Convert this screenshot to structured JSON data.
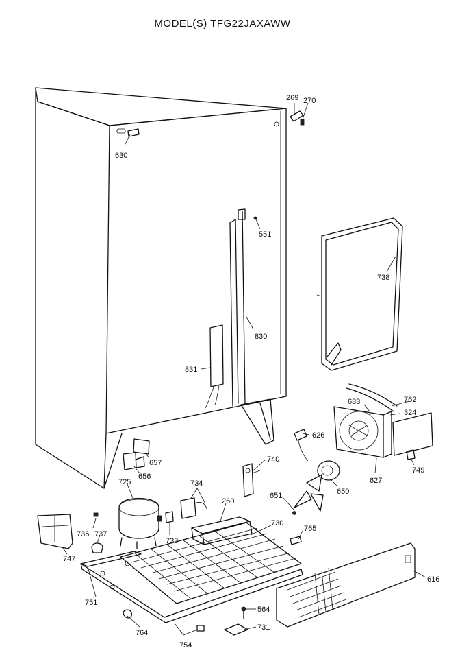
{
  "title": "MODEL(S) TFG22JAXAWW",
  "labels": {
    "p269": "269",
    "p270": "270",
    "p630": "630",
    "p551": "551",
    "p738": "738",
    "p830": "830",
    "p831": "831",
    "p762": "762",
    "p683": "683",
    "p324": "324",
    "p626": "626",
    "p657": "657",
    "p656": "656",
    "p740": "740",
    "p627": "627",
    "p749": "749",
    "p725": "725",
    "p734": "734",
    "p650": "650",
    "p651": "651",
    "p260": "260",
    "p736": "736",
    "p737": "737",
    "p733": "733",
    "p730": "730",
    "p765": "765",
    "p747": "747",
    "p751": "751",
    "p564": "564",
    "p764": "764",
    "p731": "731",
    "p754": "754",
    "p616": "616"
  }
}
